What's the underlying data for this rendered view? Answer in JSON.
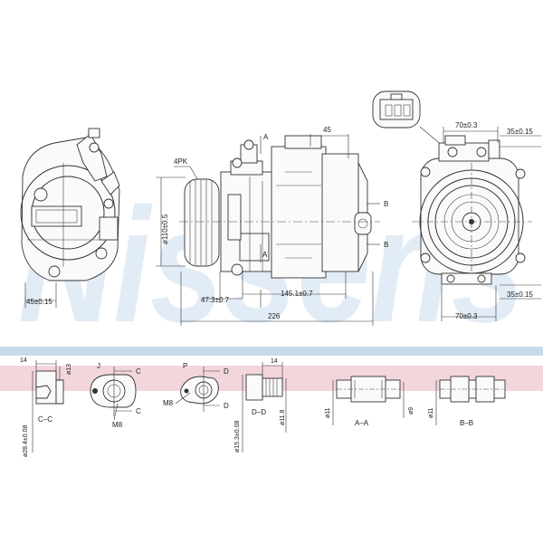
{
  "watermark": "Nissens",
  "band_colors": {
    "blue": "#c9daec",
    "pink": "#f3d6dc"
  },
  "views": {
    "left": {
      "dims": {
        "width": "45±0.15"
      }
    },
    "center": {
      "labels": {
        "belt": "4PK",
        "diameter": "ø110±0.5",
        "section_a_top": "A",
        "section_a_bottom": "A",
        "section_b_top": "B",
        "section_b_bottom": "B"
      },
      "dims": {
        "top": "45",
        "mid": "145.1±0.7",
        "left": "47.3±0.7",
        "total": "226"
      }
    },
    "right": {
      "dims": {
        "top_width": "70±0.3",
        "top_height": "35±0.15",
        "bottom_height": "35±0.15",
        "bottom_width": "70±0.3"
      }
    }
  },
  "details": {
    "cc": {
      "dim_width": "14",
      "dim_dia": "ø13",
      "caption": "C–C",
      "dim_vertical": "ø28.4±0.08"
    },
    "j": {
      "letter": "J",
      "c_top": "C",
      "c_bottom": "C",
      "thread": "M8"
    },
    "p": {
      "letter": "P",
      "d_top": "D",
      "d_bottom": "D",
      "thread": "M8"
    },
    "dd": {
      "dim_width": "14",
      "caption": "D–D",
      "dim_outer": "ø15.3±0.08",
      "dim_inner": "ø11.8"
    },
    "aa": {
      "dim_left": "ø11",
      "dim_right": "ø9",
      "caption": "A–A"
    },
    "bb": {
      "dim_left": "ø11",
      "caption": "B–B"
    }
  }
}
